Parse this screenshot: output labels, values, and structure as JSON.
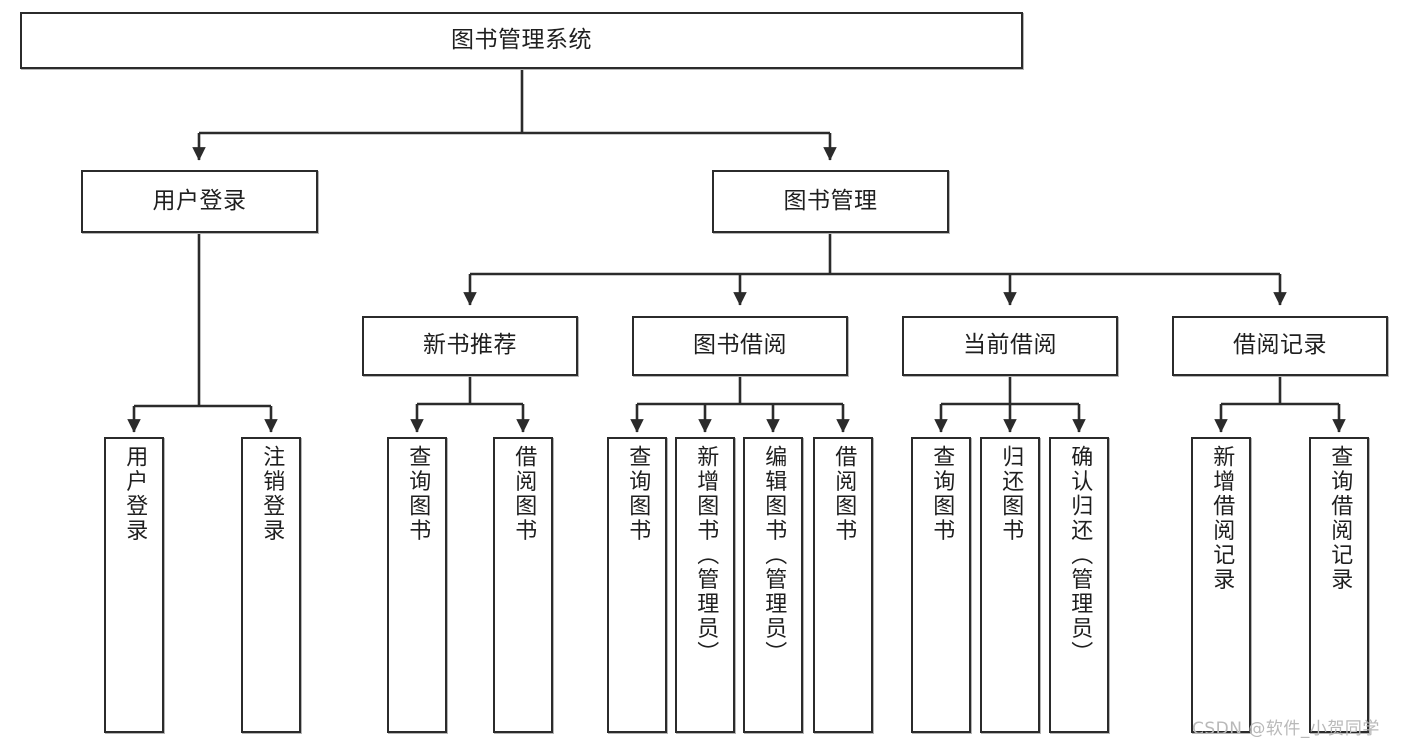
{
  "diagram": {
    "type": "tree-hierarchy-chart",
    "title": "图书管理系统",
    "orientation": "top-down",
    "box_border_color": "#2b2b2b",
    "box_fill_color": "#ffffff",
    "connector_color": "#2b2b2b",
    "text_color": "#1f1f1f"
  },
  "nodes": {
    "root": {
      "label": "图书管理系统",
      "level": 1
    },
    "level2": [
      {
        "id": "user-login",
        "label": "用户登录"
      },
      {
        "id": "book-management",
        "label": "图书管理"
      }
    ],
    "level3": [
      {
        "id": "new-book-recommend",
        "label": "新书推荐"
      },
      {
        "id": "book-borrow",
        "label": "图书借阅"
      },
      {
        "id": "current-borrow",
        "label": "当前借阅"
      },
      {
        "id": "borrow-record",
        "label": "借阅记录"
      }
    ],
    "leaves": {
      "user_login": [
        {
          "id": "leaf-user-login",
          "label": "用户登录"
        },
        {
          "id": "leaf-logout-login",
          "label": "注销登录"
        }
      ],
      "new_book_recommend": [
        {
          "id": "leaf-query-book-1",
          "label": "查询图书"
        },
        {
          "id": "leaf-borrow-book-1",
          "label": "借阅图书"
        }
      ],
      "book_borrow": [
        {
          "id": "leaf-query-book-2",
          "label": "查询图书"
        },
        {
          "id": "leaf-add-book",
          "label": "新增图书（管理员）"
        },
        {
          "id": "leaf-edit-book",
          "label": "编辑图书（管理员）"
        },
        {
          "id": "leaf-borrow-book-2",
          "label": "借阅图书"
        }
      ],
      "current_borrow": [
        {
          "id": "leaf-query-book-3",
          "label": "查询图书"
        },
        {
          "id": "leaf-return-book",
          "label": "归还图书"
        },
        {
          "id": "leaf-confirm-return",
          "label": "确认归还（管理员）"
        }
      ],
      "borrow_record": [
        {
          "id": "leaf-add-record",
          "label": "新增借阅记录"
        },
        {
          "id": "leaf-query-record",
          "label": "查询借阅记录"
        }
      ]
    }
  },
  "watermark": {
    "text": "CSDN @软件_小贺同学"
  }
}
